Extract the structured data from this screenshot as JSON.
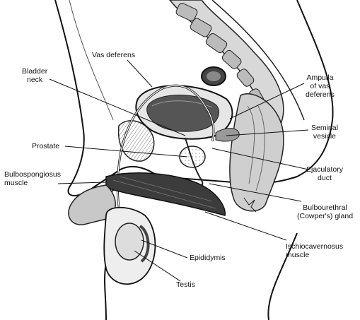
{
  "labels": {
    "vas_deferens": "Vas deferens",
    "bladder_neck": "Bladder\nneck",
    "ampulla": "Ampulla\nof vas\ndeferens",
    "seminal_vesicle": "Seminal\nvesicle",
    "prostate": "Prostate",
    "ejaculatory_duct": "Ejaculatory\nduct",
    "bulbospongiosus": "Bulbospongiosus\nmuscle",
    "bulbourethral": "Bulbourethral\n(Cowper's) gland",
    "ischiocavernosus": "Ischiocavernosus\nmuscle",
    "epididymis": "Epididymis",
    "testis": "Testis"
  }
}
